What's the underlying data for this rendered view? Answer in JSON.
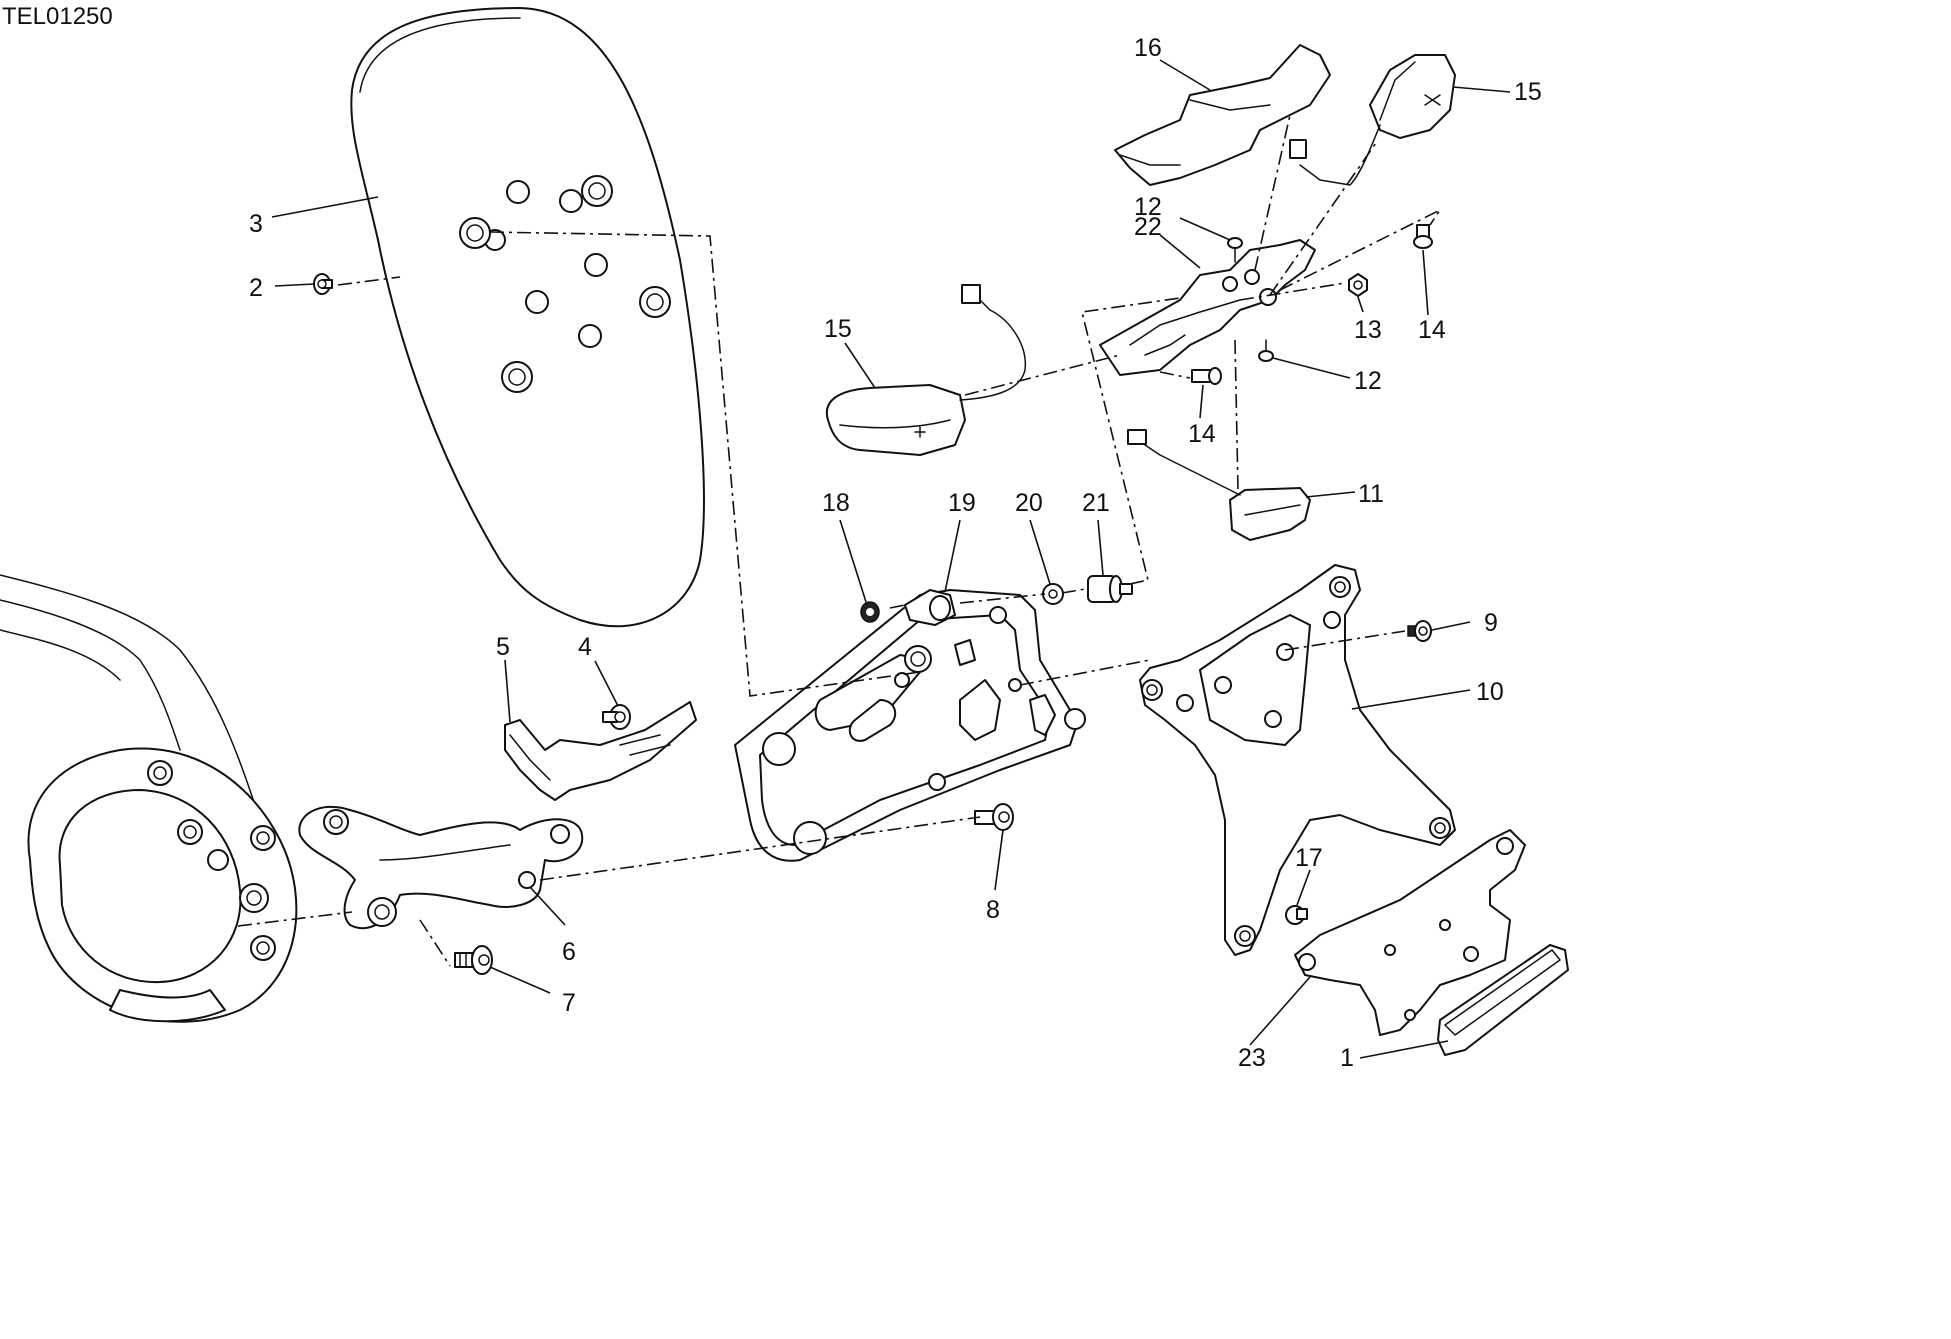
{
  "drawing": {
    "code": "TEL01250"
  },
  "callouts": [
    {
      "id": "c1",
      "text": "1"
    },
    {
      "id": "c2",
      "text": "2"
    },
    {
      "id": "c3",
      "text": "3"
    },
    {
      "id": "c4",
      "text": "4"
    },
    {
      "id": "c5",
      "text": "5"
    },
    {
      "id": "c6",
      "text": "6"
    },
    {
      "id": "c7",
      "text": "7"
    },
    {
      "id": "c8",
      "text": "8"
    },
    {
      "id": "c9",
      "text": "9"
    },
    {
      "id": "c10",
      "text": "10"
    },
    {
      "id": "c11",
      "text": "11"
    },
    {
      "id": "c12a",
      "text": "12"
    },
    {
      "id": "c12b",
      "text": "12"
    },
    {
      "id": "c13",
      "text": "13"
    },
    {
      "id": "c14a",
      "text": "14"
    },
    {
      "id": "c14b",
      "text": "14"
    },
    {
      "id": "c15a",
      "text": "15"
    },
    {
      "id": "c15b",
      "text": "15"
    },
    {
      "id": "c16",
      "text": "16"
    },
    {
      "id": "c17",
      "text": "17"
    },
    {
      "id": "c18",
      "text": "18"
    },
    {
      "id": "c19",
      "text": "19"
    },
    {
      "id": "c20",
      "text": "20"
    },
    {
      "id": "c21",
      "text": "21"
    },
    {
      "id": "c22",
      "text": "22"
    },
    {
      "id": "c23",
      "text": "23"
    }
  ]
}
